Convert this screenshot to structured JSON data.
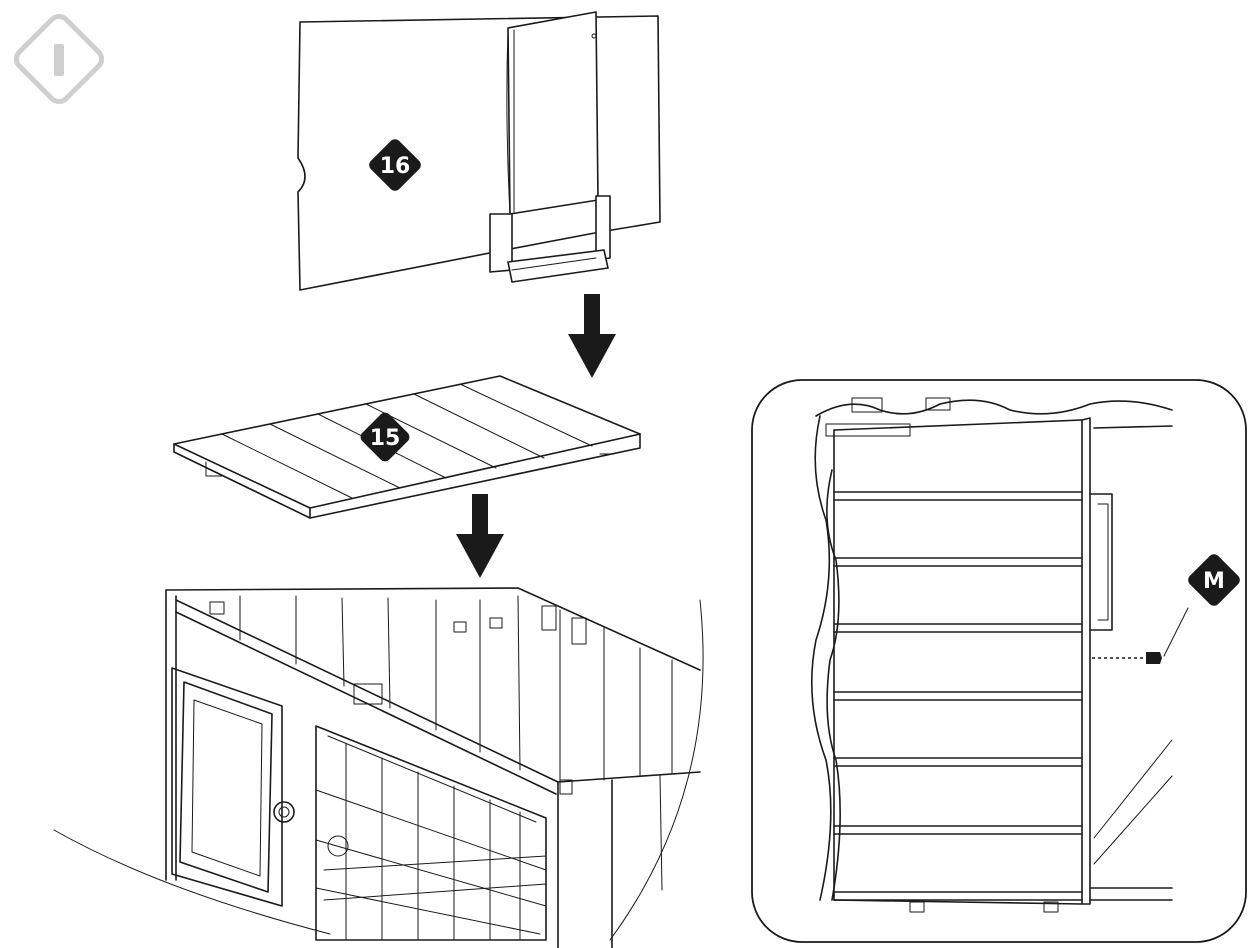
{
  "step_icon": {
    "icon": "step-marker-icon",
    "color": "#cfcfcf"
  },
  "parts": {
    "divider_panel": {
      "label": "16"
    },
    "floor_board": {
      "label": "15"
    },
    "screw": {
      "label": "M"
    }
  },
  "colors": {
    "line": "#1a1a1a",
    "badge": "#1a1a1a",
    "badge_text": "#ffffff",
    "detail_frame": "#1a1a1a"
  }
}
